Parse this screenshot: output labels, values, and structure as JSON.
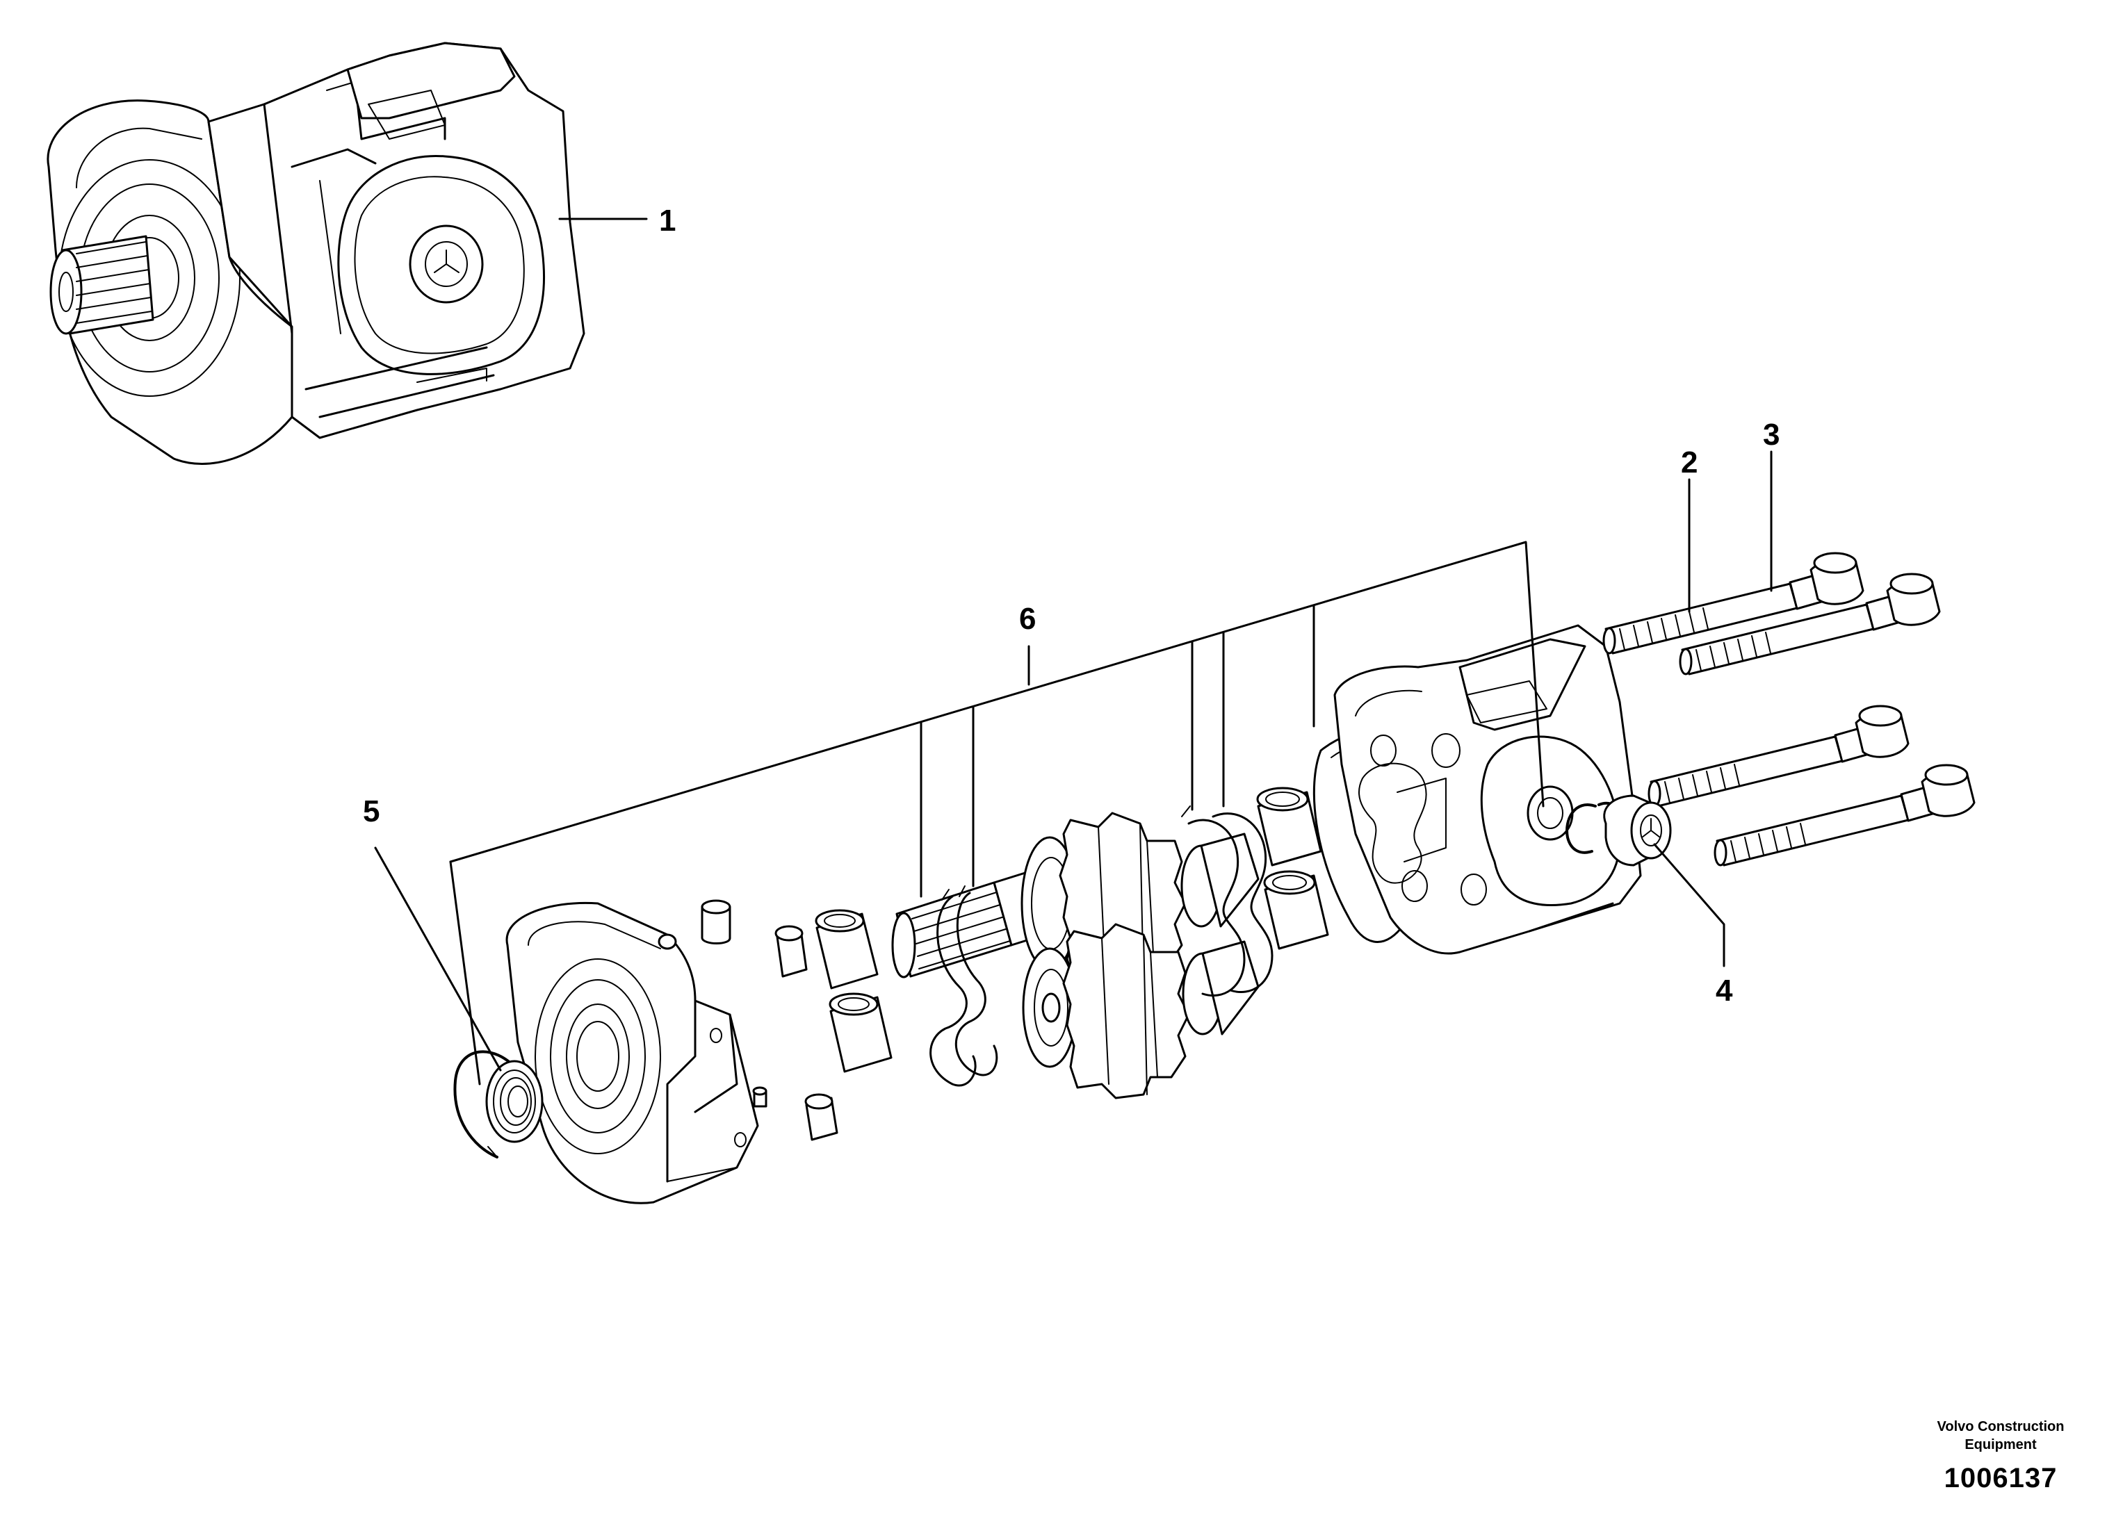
{
  "callouts": {
    "c1": "1",
    "c2": "2",
    "c3": "3",
    "c4": "4",
    "c5": "5",
    "c6": "6"
  },
  "footer": {
    "brand_line1": "Volvo Construction",
    "brand_line2": "Equipment",
    "doc_number": "1006137"
  }
}
